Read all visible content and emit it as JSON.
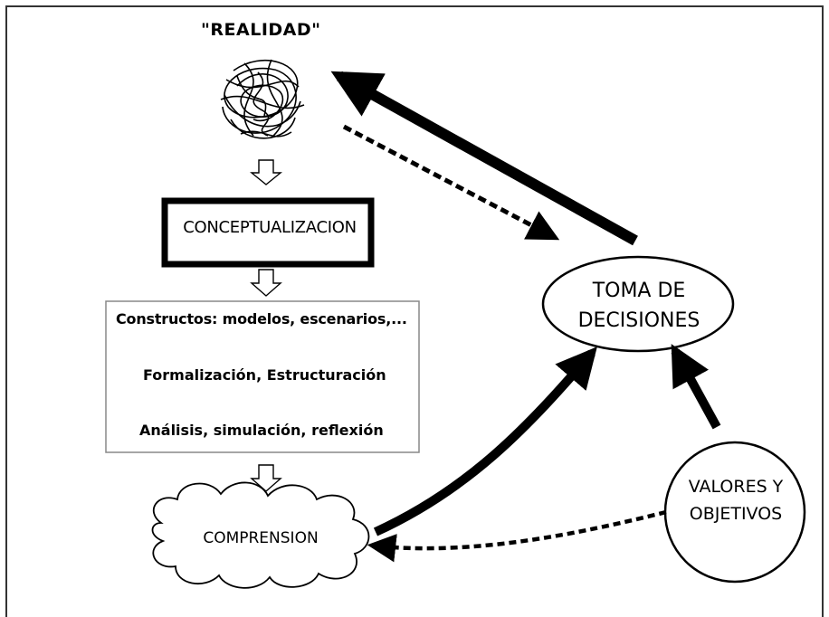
{
  "diagram": {
    "reality_label": "\"REALIDAD\"",
    "conceptualization_label": "CONCEPTUALIZACION",
    "process_steps": [
      "Constructos: modelos, escenarios,...",
      "Formalización, Estructuración",
      "Análisis, simulación, reflexión"
    ],
    "comprehension_label": "COMPRENSION",
    "decision_label_lines": [
      "TOMA DE",
      "DECISIONES"
    ],
    "values_label_lines": [
      "VALORES Y",
      "OBJETIVOS"
    ]
  },
  "icons": {
    "reality": "scribble-tangle-icon",
    "flow_down": "hollow-down-arrow-icon"
  },
  "colors": {
    "ink": "#000000",
    "background": "#ffffff",
    "frame": "#333333"
  }
}
